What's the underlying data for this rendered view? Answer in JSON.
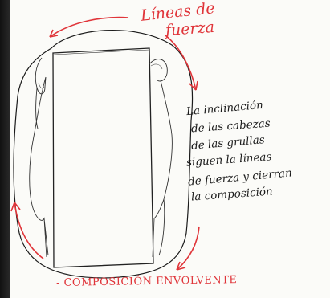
{
  "title": {
    "line1": "Líneas de",
    "line2": "fuerza"
  },
  "note": {
    "lines": [
      "La inclinación",
      "de las cabezas",
      "de las grullas",
      "siguen la líneas",
      "de fuerza y cierran",
      "la composición"
    ]
  },
  "caption": "- COMPOSICIÓN ENVOLVENTE -",
  "colors": {
    "accent_red": "#e0353a",
    "ink": "#1b1b1b",
    "background": "#1c1c1c",
    "paper": "#fbfbf8"
  }
}
